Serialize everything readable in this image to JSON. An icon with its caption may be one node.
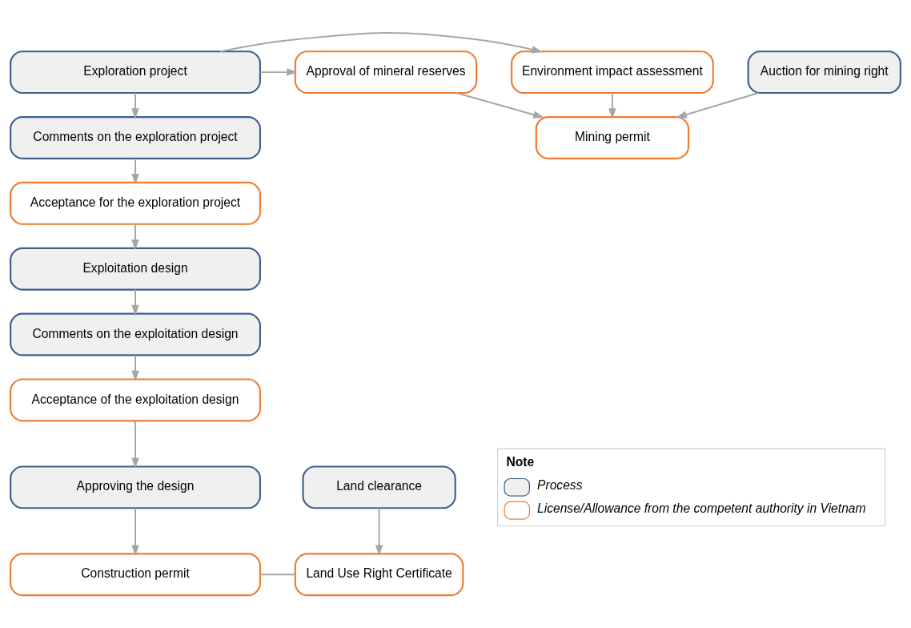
{
  "diagram": {
    "nodes": [
      {
        "text": [
          "Exploration project"
        ]
      },
      {
        "text": [
          "Comments on the exploration project"
        ]
      },
      {
        "text": [
          "Acceptance for the exploration project"
        ]
      },
      {
        "text": [
          "Exploitation design"
        ]
      },
      {
        "text": [
          "Comments on the exploitation design"
        ]
      },
      {
        "text": [
          "Acceptance of the exploitation design"
        ]
      },
      {
        "text": [
          "Approving the design"
        ]
      },
      {
        "text": [
          "Construction permit"
        ]
      },
      {
        "text": [
          "Approval of mineral reserves"
        ]
      },
      {
        "text": [
          "Environment impact assessment"
        ]
      },
      {
        "text": [
          "Auction for mining right"
        ]
      },
      {
        "text": [
          "Mining permit"
        ]
      },
      {
        "text": [
          "Land clearance"
        ]
      },
      {
        "text": [
          "Land Use Right Certificate"
        ]
      }
    ],
    "edges": [
      {
        "from": 0,
        "to": 1,
        "arrow": "to"
      },
      {
        "from": 1,
        "to": 2,
        "arrow": "to"
      },
      {
        "from": 2,
        "to": 3,
        "arrow": "to"
      },
      {
        "from": 3,
        "to": 4,
        "arrow": "to"
      },
      {
        "from": 4,
        "to": 5,
        "arrow": "to"
      },
      {
        "from": 5,
        "to": 6,
        "arrow": "to"
      },
      {
        "from": 6,
        "to": 7,
        "arrow": "to"
      },
      {
        "from": 0,
        "to": 8,
        "arrow": "to"
      },
      {
        "from": 0,
        "to": 9,
        "arrow": "to"
      },
      {
        "from": 8,
        "to": 11,
        "arrow": "to"
      },
      {
        "from": 9,
        "to": 11,
        "arrow": "to"
      },
      {
        "from": 10,
        "to": 11,
        "arrow": "to"
      },
      {
        "from": 12,
        "to": 13,
        "arrow": "to"
      },
      {
        "from": 7,
        "to": 13,
        "arrow": "none"
      }
    ],
    "labels": [
      "Note"
    ],
    "legend": [
      {
        "text": "Process",
        "color": "#3f5f8f"
      },
      {
        "text": "License/Allowance from the competent authority in Vietnam",
        "color": "#ed7d31"
      }
    ]
  }
}
